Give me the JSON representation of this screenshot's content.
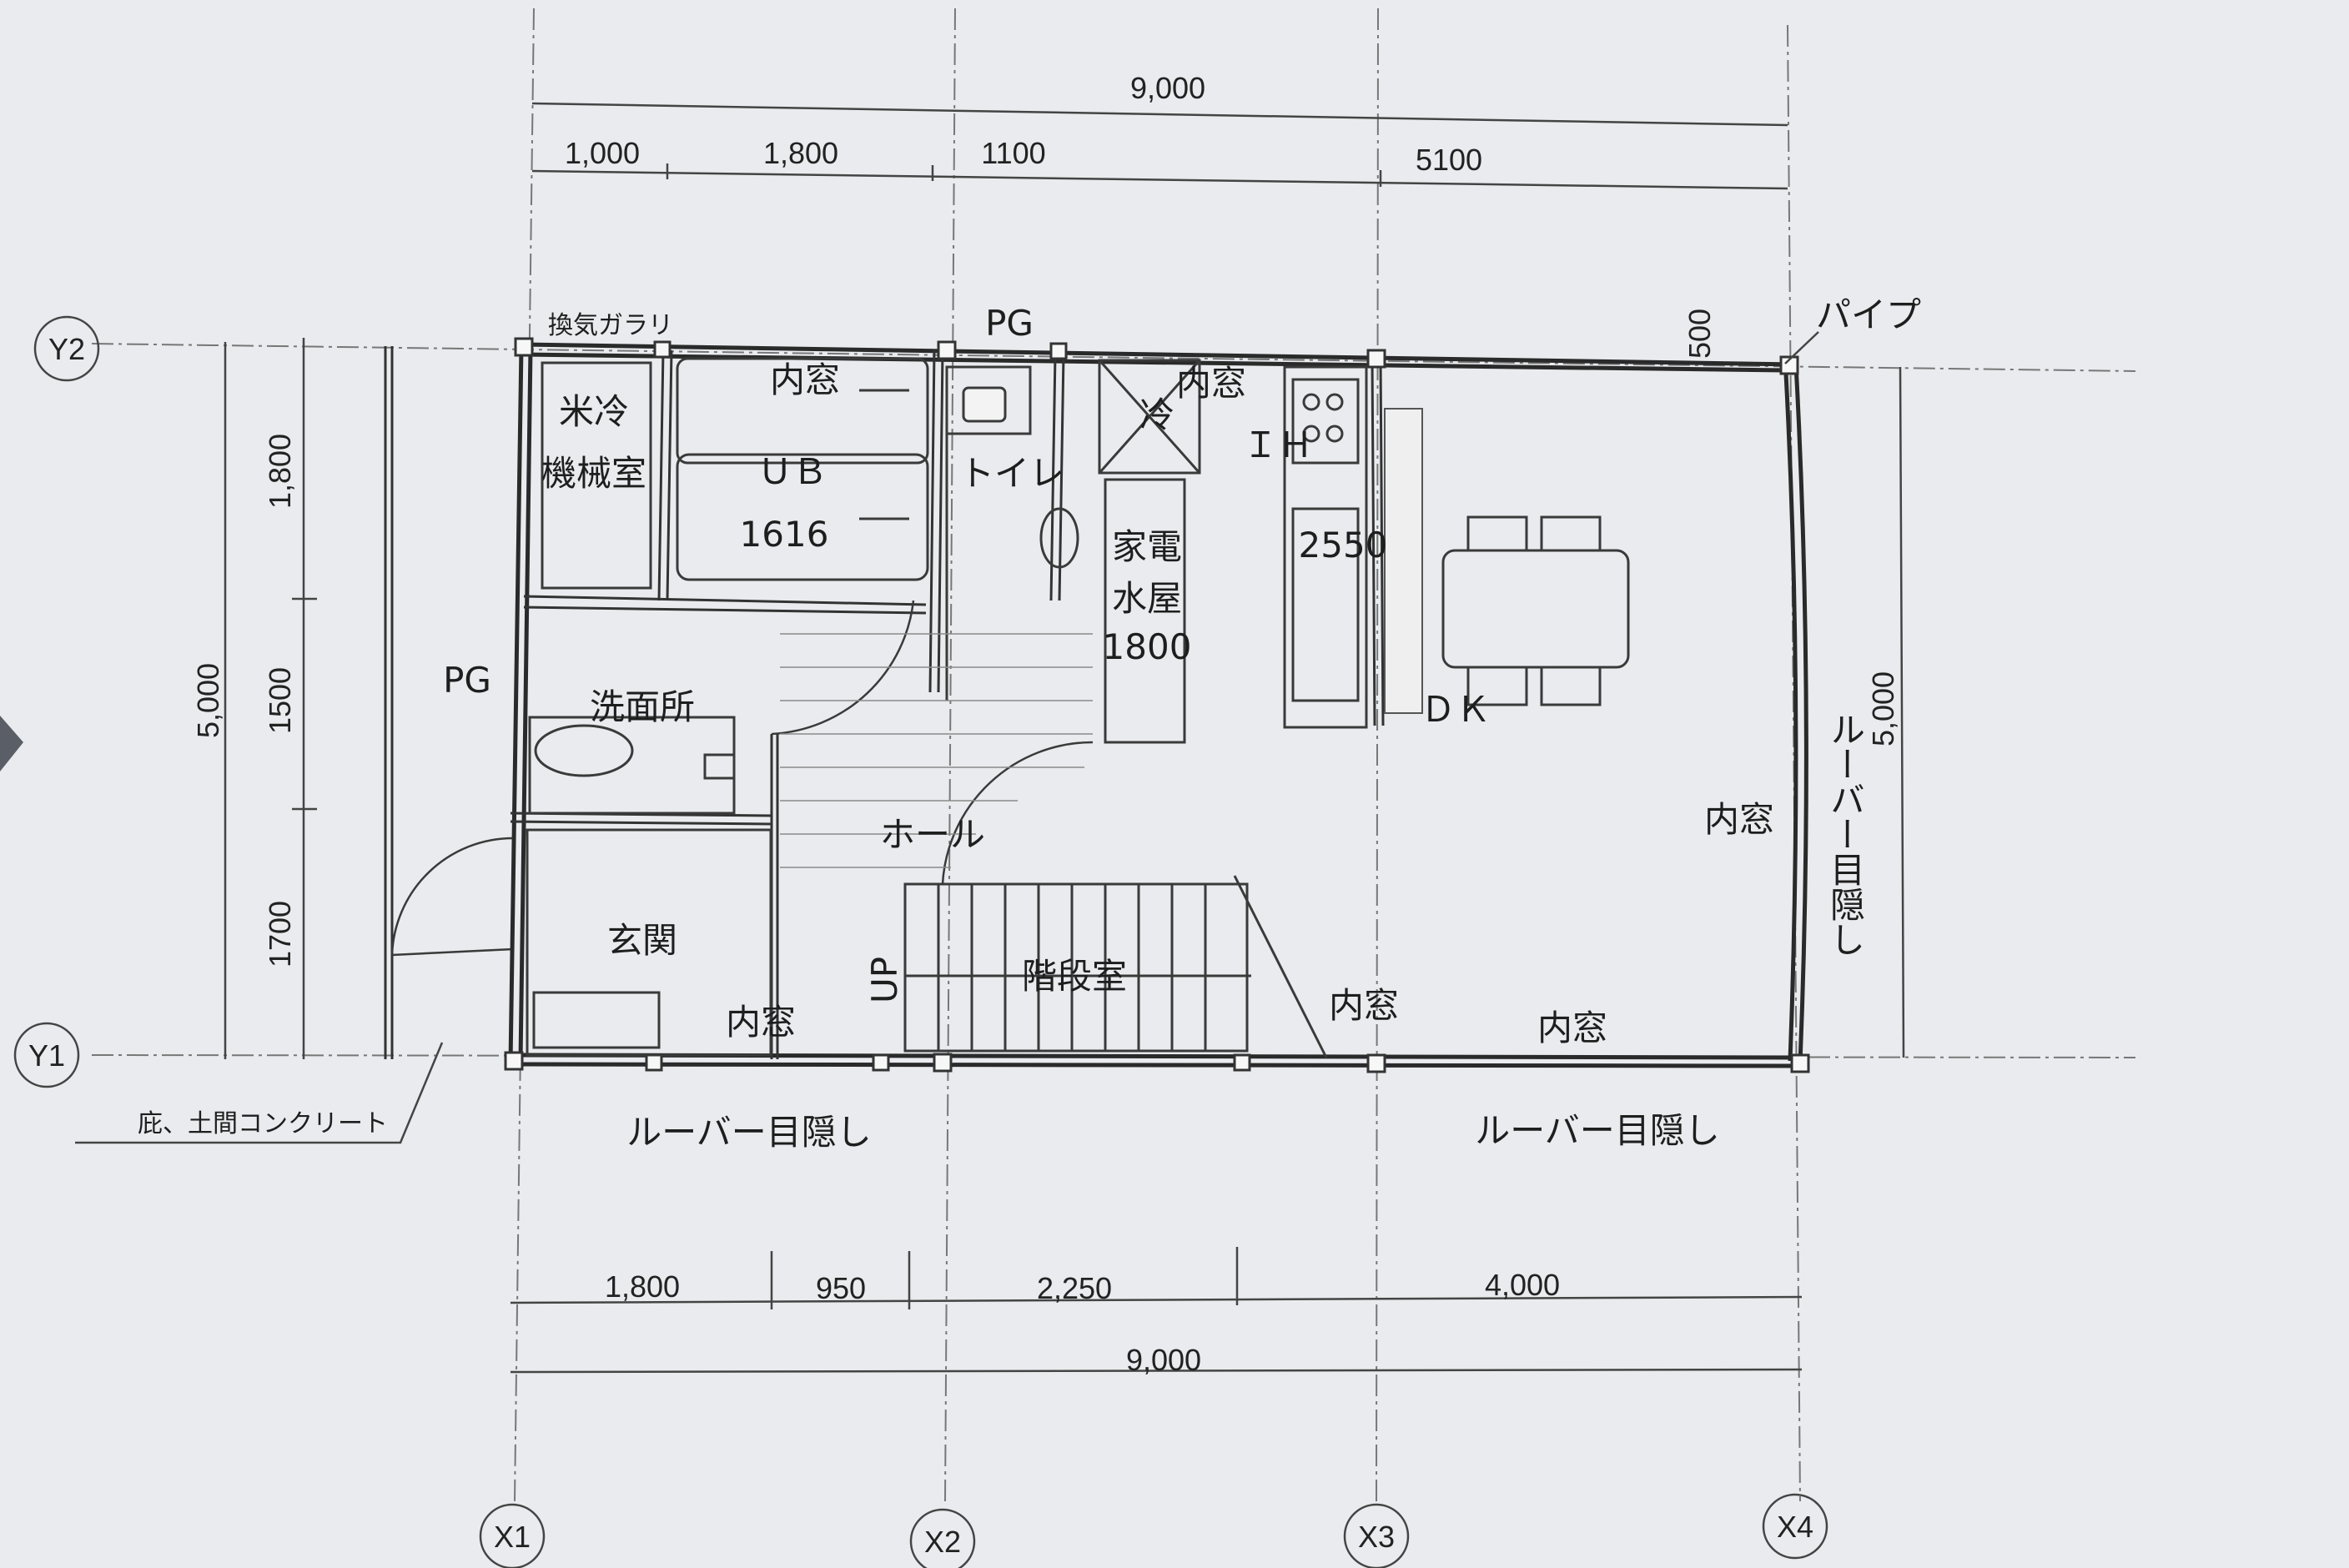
{
  "axes": {
    "x": [
      "X1",
      "X2",
      "X3",
      "X4"
    ],
    "y": [
      "Y1",
      "Y2"
    ]
  },
  "dimensions": {
    "top_total": "9,000",
    "top_parts": [
      "1,000",
      "1,800",
      "1100",
      "5100"
    ],
    "bottom_parts": [
      "1,800",
      "950",
      "2,250",
      "4,000"
    ],
    "bottom_total": "9,000",
    "left_total": "5,000",
    "left_parts": [
      "1,800",
      "1500",
      "1700"
    ],
    "right_total": "5,000",
    "upper_right": "500"
  },
  "rooms": {
    "mech_1": "米冷",
    "mech_2": "機械室",
    "ub_1": "ＵＢ",
    "ub_2": "1616",
    "toilet": "トイレ",
    "washroom": "洗面所",
    "entrance": "玄関",
    "hall": "ホール",
    "stair": "階段室",
    "appliance_1": "家電",
    "appliance_2": "水屋",
    "appliance_3": "1800",
    "fridge": "冷",
    "ih": "ＩＨ",
    "counter": "2550",
    "dk": "ＤＫ"
  },
  "labels": {
    "vent": "換気ガラリ",
    "pg_top": "PG",
    "pg_left": "PG",
    "pipe": "パイプ",
    "inner_window": "内窓",
    "up": "UP",
    "louver": "ルーバー目隠し",
    "eaves": "庇、土間コンクリート"
  }
}
